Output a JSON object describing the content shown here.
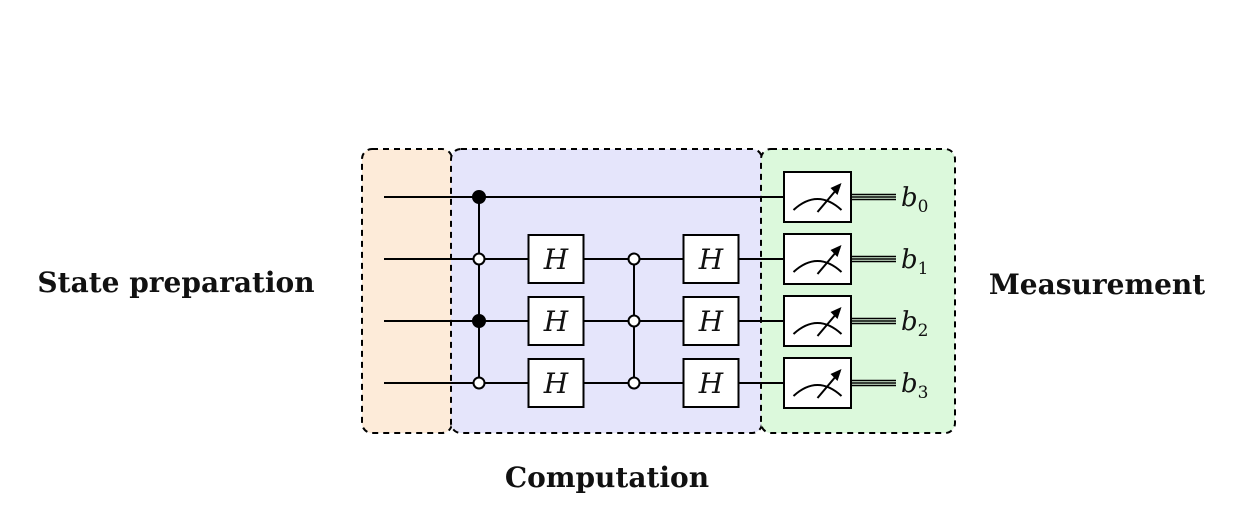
{
  "sections": {
    "state_preparation": {
      "label": "State preparation",
      "fill": "#fdebd9"
    },
    "computation": {
      "label": "Computation",
      "fill": "#e5e5fb"
    },
    "measurement": {
      "label": "Measurement",
      "fill": "#dcf9dc"
    }
  },
  "gate_label": "H",
  "gates": [
    {
      "column": 1,
      "qubit": 1
    },
    {
      "column": 1,
      "qubit": 2
    },
    {
      "column": 1,
      "qubit": 3
    },
    {
      "column": 2,
      "qubit": 1
    },
    {
      "column": 2,
      "qubit": 2
    },
    {
      "column": 2,
      "qubit": 3
    }
  ],
  "controls": [
    {
      "column": 1,
      "nodes": [
        {
          "qubit": 0,
          "type": "filled"
        },
        {
          "qubit": 1,
          "type": "open"
        },
        {
          "qubit": 2,
          "type": "filled"
        },
        {
          "qubit": 3,
          "type": "open"
        }
      ]
    },
    {
      "column": 2,
      "nodes": [
        {
          "qubit": 1,
          "type": "open"
        },
        {
          "qubit": 2,
          "type": "open"
        },
        {
          "qubit": 3,
          "type": "open"
        }
      ]
    }
  ],
  "meter_icon": "measurement-meter-icon",
  "outputs": [
    {
      "base": "b",
      "sub": "0"
    },
    {
      "base": "b",
      "sub": "1"
    },
    {
      "base": "b",
      "sub": "2"
    },
    {
      "base": "b",
      "sub": "3"
    }
  ]
}
